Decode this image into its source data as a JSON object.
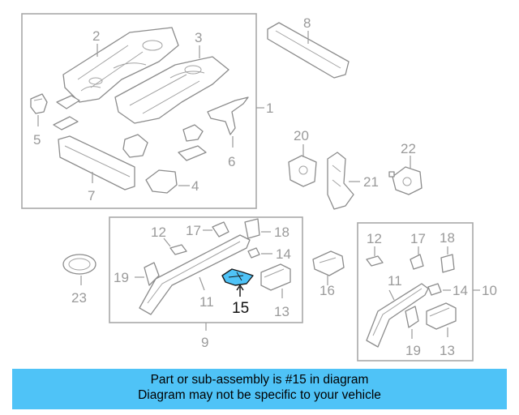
{
  "diagram": {
    "callouts": {
      "c1": "1",
      "c2": "2",
      "c3": "3",
      "c4": "4",
      "c5": "5",
      "c6": "6",
      "c7": "7",
      "c8": "8",
      "c9": "9",
      "c10": "10",
      "g9_11": "11",
      "g9_12": "12",
      "g9_13": "13",
      "g9_14": "14",
      "g9_15": "15",
      "g9_17": "17",
      "g9_18": "18",
      "g9_19": "19",
      "c16": "16",
      "c20": "20",
      "c21": "21",
      "c22": "22",
      "c23": "23",
      "g10_11": "11",
      "g10_12": "12",
      "g10_13": "13",
      "g10_14": "14",
      "g10_17": "17",
      "g10_18": "18",
      "g10_19": "19"
    },
    "highlight": {
      "part_number": "15",
      "color": "#4fc3f7"
    }
  },
  "banner": {
    "line1": "Part or sub-assembly is #15 in diagram",
    "line2": "Diagram may not be specific to your vehicle",
    "background": "#4fc3f7"
  }
}
